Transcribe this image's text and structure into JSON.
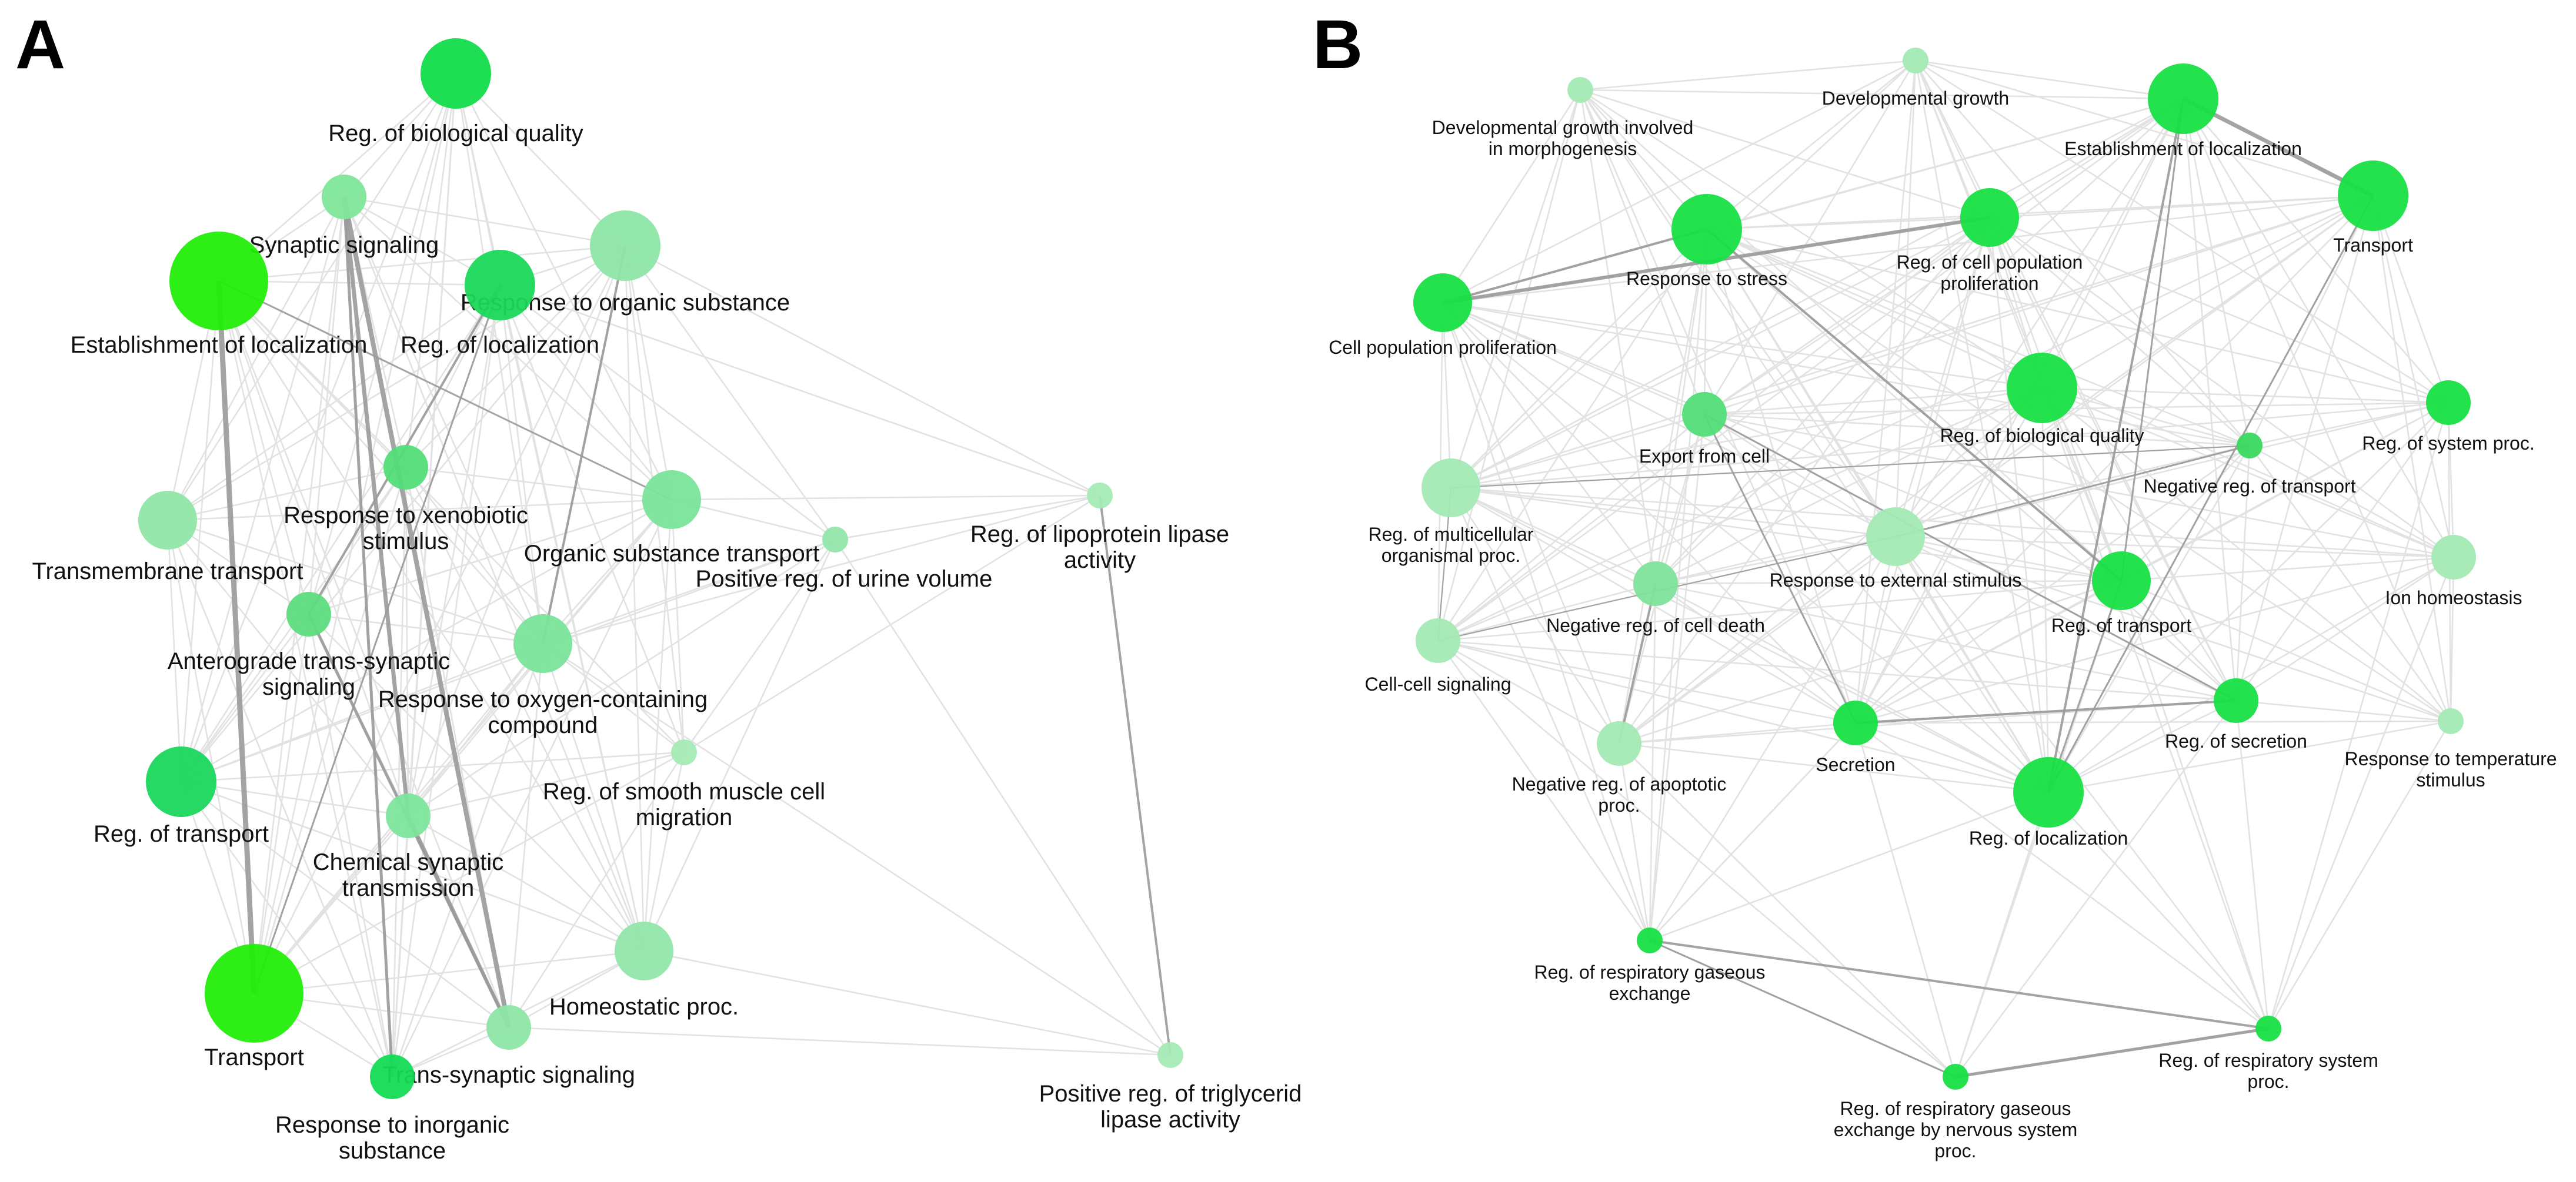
{
  "colors": {
    "edge_light": "#e2e2e2",
    "edge_strong": "#9a9a9a",
    "label": "#111111"
  },
  "panels": [
    {
      "id": "A",
      "letter": "A",
      "nodes": [
        {
          "id": "bioq",
          "label": [
            "Reg. of biological quality"
          ],
          "color": "#12dd4a",
          "size": "lg"
        },
        {
          "id": "synsig",
          "label": [
            "Synaptic signaling"
          ],
          "color": "#7fe69a",
          "size": "sm"
        },
        {
          "id": "estab",
          "label": [
            "Establishment of localization"
          ],
          "color": "#22ee0a",
          "size": "xl"
        },
        {
          "id": "resporg",
          "label": [
            "Response to organic substance"
          ],
          "color": "#8ee6a6",
          "size": "lg"
        },
        {
          "id": "regloc",
          "label": [
            "Reg. of localization"
          ],
          "color": "#1ad85a",
          "size": "lg"
        },
        {
          "id": "xeno",
          "label": [
            "Response to xenobiotic",
            "stimulus"
          ],
          "color": "#52dd78",
          "size": "sm"
        },
        {
          "id": "tmt",
          "label": [
            "Transmembrane transport"
          ],
          "color": "#90e6a8",
          "size": "md"
        },
        {
          "id": "ost",
          "label": [
            "Organic substance transport"
          ],
          "color": "#7ae39a",
          "size": "md"
        },
        {
          "id": "urine",
          "label": [
            "Positive reg. of urine volume"
          ],
          "color": "#92e6aa",
          "size": "xs"
        },
        {
          "id": "lpl",
          "label": [
            "Reg. of lipoprotein lipase",
            "activity"
          ],
          "color": "#a5eab6",
          "size": "xs"
        },
        {
          "id": "antero",
          "label": [
            "Anterograde trans-synaptic",
            "signaling"
          ],
          "color": "#5ddc80",
          "size": "sm"
        },
        {
          "id": "roc",
          "label": [
            "Response to oxygen-containing",
            "compound"
          ],
          "color": "#7ae39a",
          "size": "md"
        },
        {
          "id": "smc",
          "label": [
            "Reg. of smooth muscle cell",
            "migration"
          ],
          "color": "#a5eab6",
          "size": "xs"
        },
        {
          "id": "regtr",
          "label": [
            "Reg. of transport"
          ],
          "color": "#19d75c",
          "size": "lg"
        },
        {
          "id": "chem",
          "label": [
            "Chemical synaptic",
            "transmission"
          ],
          "color": "#7de59c",
          "size": "sm"
        },
        {
          "id": "homeo",
          "label": [
            "Homeostatic proc."
          ],
          "color": "#92e6aa",
          "size": "md"
        },
        {
          "id": "trans",
          "label": [
            "Transport"
          ],
          "color": "#22ee0a",
          "size": "xl"
        },
        {
          "id": "tss",
          "label": [
            "Trans-synaptic signaling"
          ],
          "color": "#8ee6a6",
          "size": "sm"
        },
        {
          "id": "inorg",
          "label": [
            "Response to inorganic",
            "substance"
          ],
          "color": "#15db55",
          "size": "sm"
        },
        {
          "id": "trig",
          "label": [
            "Positive reg. of triglycerid",
            "lipase activity"
          ],
          "color": "#a5eab6",
          "size": "xs"
        }
      ]
    },
    {
      "id": "B",
      "letter": "B",
      "nodes": [
        {
          "id": "dgm",
          "label": [
            "Developmental growth involved",
            "in morphogenesis"
          ],
          "color": "#a3eab4",
          "size": "xs"
        },
        {
          "id": "dg",
          "label": [
            "Developmental growth"
          ],
          "color": "#a3eab4",
          "size": "xs"
        },
        {
          "id": "estab",
          "label": [
            "Establishment of localization"
          ],
          "color": "#18e045",
          "size": "lg"
        },
        {
          "id": "trans",
          "label": [
            "Transport"
          ],
          "color": "#18e045",
          "size": "lg"
        },
        {
          "id": "stress",
          "label": [
            "Response to stress"
          ],
          "color": "#18e045",
          "size": "lg"
        },
        {
          "id": "rcpp",
          "label": [
            "Reg. of cell population",
            "proliferation"
          ],
          "color": "#18e045",
          "size": "md"
        },
        {
          "id": "cpp",
          "label": [
            "Cell population proliferation"
          ],
          "color": "#18e045",
          "size": "md"
        },
        {
          "id": "export",
          "label": [
            "Export from cell"
          ],
          "color": "#52dd78",
          "size": "sm"
        },
        {
          "id": "bioq",
          "label": [
            "Reg. of biological quality"
          ],
          "color": "#18e045",
          "size": "lg"
        },
        {
          "id": "nrt",
          "label": [
            "Negative reg. of transport"
          ],
          "color": "#3ad85f",
          "size": "xs"
        },
        {
          "id": "sysp",
          "label": [
            "Reg. of system proc."
          ],
          "color": "#18e045",
          "size": "sm"
        },
        {
          "id": "multi",
          "label": [
            "Reg. of multicellular",
            "organismal proc."
          ],
          "color": "#a3eab4",
          "size": "md"
        },
        {
          "id": "ext",
          "label": [
            "Response to external stimulus"
          ],
          "color": "#a3eab4",
          "size": "md"
        },
        {
          "id": "ion",
          "label": [
            "Ion homeostasis"
          ],
          "color": "#a3eab4",
          "size": "sm"
        },
        {
          "id": "regtr",
          "label": [
            "Reg. of transport"
          ],
          "color": "#18e045",
          "size": "md"
        },
        {
          "id": "nrcd",
          "label": [
            "Negative reg. of cell death"
          ],
          "color": "#7fe39c",
          "size": "sm"
        },
        {
          "id": "ccs",
          "label": [
            "Cell-cell signaling"
          ],
          "color": "#a3eab4",
          "size": "sm"
        },
        {
          "id": "secr",
          "label": [
            "Secretion"
          ],
          "color": "#18e045",
          "size": "sm"
        },
        {
          "id": "regsec",
          "label": [
            "Reg. of secretion"
          ],
          "color": "#18e045",
          "size": "sm"
        },
        {
          "id": "temp",
          "label": [
            "Response to temperature",
            "stimulus"
          ],
          "color": "#a3eab4",
          "size": "xs"
        },
        {
          "id": "nrap",
          "label": [
            "Negative reg. of apoptotic",
            "proc."
          ],
          "color": "#a3eab4",
          "size": "sm"
        },
        {
          "id": "regloc",
          "label": [
            "Reg. of localization"
          ],
          "color": "#18e045",
          "size": "lg"
        },
        {
          "id": "rrge",
          "label": [
            "Reg. of respiratory gaseous",
            "exchange"
          ],
          "color": "#18e045",
          "size": "xs"
        },
        {
          "id": "rrss",
          "label": [
            "Reg. of respiratory system",
            "proc."
          ],
          "color": "#18e045",
          "size": "xs"
        },
        {
          "id": "rrgen",
          "label": [
            "Reg. of respiratory gaseous",
            "exchange by nervous system",
            "proc."
          ],
          "color": "#18e045",
          "size": "xs"
        }
      ]
    }
  ]
}
